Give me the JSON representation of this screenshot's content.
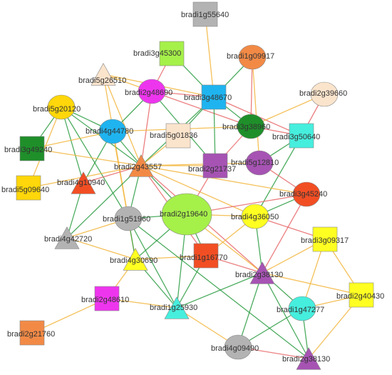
{
  "colors": {
    "green_edge": "#2e9e44",
    "orange_edge": "#f2b53c",
    "red_edge": "#e8696b"
  },
  "nodes": [
    {
      "id": "bradi1g55640",
      "label": "bradi1g55640",
      "shape": "square",
      "color": "#b3b3b3"
    },
    {
      "id": "bradi3g45300",
      "label": "bradi3g45300",
      "shape": "square",
      "color": "#a6f04a"
    },
    {
      "id": "bradi1g09917",
      "label": "bradi1g09917",
      "shape": "circle",
      "color": "#f28a46"
    },
    {
      "id": "bradi5g26510",
      "label": "bradi5g26510",
      "shape": "triangle",
      "color": "#fbe4cc"
    },
    {
      "id": "bradi2g48690",
      "label": "bradi2g48690",
      "shape": "circle",
      "color": "#ee35ee"
    },
    {
      "id": "bradi3g48670",
      "label": "bradi3g48670",
      "shape": "square",
      "color": "#1fb4f0"
    },
    {
      "id": "bradi2g39660",
      "label": "bradi2g39660",
      "shape": "circle",
      "color": "#fbe4cc"
    },
    {
      "id": "bradi5g20120",
      "label": "bradi5g20120",
      "shape": "circle",
      "color": "#ffd70a"
    },
    {
      "id": "bradi4g44780",
      "label": "bradi4g44780",
      "shape": "circle",
      "color": "#1fb4f0"
    },
    {
      "id": "bradi5g01836",
      "label": "bradi5g01836",
      "shape": "square",
      "color": "#fbe4cc"
    },
    {
      "id": "bradi3g38960",
      "label": "bradi3g38960",
      "shape": "circle",
      "color": "#1f8f2a"
    },
    {
      "id": "bradi3g50640",
      "label": "bradi3g50640",
      "shape": "square",
      "color": "#46eedd"
    },
    {
      "id": "bradi3g49240",
      "label": "bradi3g49240",
      "shape": "square",
      "color": "#1f8f2a"
    },
    {
      "id": "bradi2g43557",
      "label": "bradi2g43557",
      "shape": "triangle",
      "color": "#f28a46"
    },
    {
      "id": "bradi2g21737",
      "label": "bradi2g21737",
      "shape": "square",
      "color": "#a653b3"
    },
    {
      "id": "bradi5g12810",
      "label": "bradi5g12810",
      "shape": "circle",
      "color": "#a653b3"
    },
    {
      "id": "bradi4g10940",
      "label": "bradi4g10940",
      "shape": "triangle",
      "color": "#f24e24"
    },
    {
      "id": "bradi5g09640",
      "label": "bradi5g09640",
      "shape": "square",
      "color": "#ffd70a"
    },
    {
      "id": "bradi3g45240",
      "label": "bradi3g45240",
      "shape": "circle",
      "color": "#f24e24"
    },
    {
      "id": "bradi2g19640",
      "label": "bradi2g19640",
      "shape": "bigcircle",
      "color": "#a6f04a"
    },
    {
      "id": "bradi1g51960",
      "label": "bradi1g51960",
      "shape": "circle",
      "color": "#b3b3b3"
    },
    {
      "id": "bradi4g36050",
      "label": "bradi4g36050",
      "shape": "circle",
      "color": "#ffff22"
    },
    {
      "id": "bradi4g42720",
      "label": "bradi4g42720",
      "shape": "triangle",
      "color": "#b3b3b3"
    },
    {
      "id": "bradi3g09317",
      "label": "bradi3g09317",
      "shape": "square",
      "color": "#ffff22"
    },
    {
      "id": "bradi4g30690",
      "label": "bradi4g30690",
      "shape": "triangle",
      "color": "#ffff22"
    },
    {
      "id": "bradi1g16770",
      "label": "bradi1g16770",
      "shape": "square",
      "color": "#f24e24"
    },
    {
      "id": "bradi2g38130a",
      "label": "bradi2g38130",
      "shape": "triangle",
      "color": "#a653b3"
    },
    {
      "id": "bradi2g48610",
      "label": "bradi2g48610",
      "shape": "square",
      "color": "#ee35ee"
    },
    {
      "id": "bradi2g40430",
      "label": "bradi2g40430",
      "shape": "square",
      "color": "#ffff22"
    },
    {
      "id": "bradi1g47277",
      "label": "bradi1g47277",
      "shape": "circle",
      "color": "#46eedd"
    },
    {
      "id": "bradi1g25930",
      "label": "bradi1g25930",
      "shape": "triangle",
      "color": "#46eedd"
    },
    {
      "id": "bradi2g21760",
      "label": "bradi2g21760",
      "shape": "square",
      "color": "#f28a46"
    },
    {
      "id": "bradi4g09490",
      "label": "bradi4g09490",
      "shape": "circle",
      "color": "#b3b3b3"
    },
    {
      "id": "bradi2g38130b",
      "label": "bradi2g38130",
      "shape": "triangle",
      "color": "#a653b3"
    }
  ],
  "edges": [
    [
      "bradi1g55640",
      "bradi3g48670",
      "orange"
    ],
    [
      "bradi3g45300",
      "bradi2g48690",
      "red"
    ],
    [
      "bradi3g45300",
      "bradi3g48670",
      "green"
    ],
    [
      "bradi1g09917",
      "bradi3g48670",
      "green"
    ],
    [
      "bradi1g09917",
      "bradi3g38960",
      "red"
    ],
    [
      "bradi1g09917",
      "bradi5g12810",
      "orange"
    ],
    [
      "bradi5g26510",
      "bradi2g48690",
      "orange"
    ],
    [
      "bradi5g26510",
      "bradi3g48670",
      "orange"
    ],
    [
      "bradi5g26510",
      "bradi2g43557",
      "orange"
    ],
    [
      "bradi5g26510",
      "bradi1g51960",
      "orange"
    ],
    [
      "bradi2g48690",
      "bradi3g48670",
      "red"
    ],
    [
      "bradi2g48690",
      "bradi2g43557",
      "red"
    ],
    [
      "bradi2g48690",
      "bradi4g44780",
      "green"
    ],
    [
      "bradi2g48690",
      "bradi2g21737",
      "green"
    ],
    [
      "bradi2g48690",
      "bradi3g38960",
      "red"
    ],
    [
      "bradi3g48670",
      "bradi3g38960",
      "green"
    ],
    [
      "bradi3g48670",
      "bradi5g01836",
      "green"
    ],
    [
      "bradi3g48670",
      "bradi2g43557",
      "green"
    ],
    [
      "bradi3g48670",
      "bradi2g21737",
      "green"
    ],
    [
      "bradi3g48670",
      "bradi3g50640",
      "red"
    ],
    [
      "bradi2g39660",
      "bradi3g38960",
      "orange"
    ],
    [
      "bradi2g39660",
      "bradi3g50640",
      "red"
    ],
    [
      "bradi3g38960",
      "bradi3g50640",
      "red"
    ],
    [
      "bradi3g38960",
      "bradi2g21737",
      "red"
    ],
    [
      "bradi3g38960",
      "bradi4g44780",
      "orange"
    ],
    [
      "bradi3g50640",
      "bradi5g12810",
      "green"
    ],
    [
      "bradi3g50640",
      "bradi4g36050",
      "green"
    ],
    [
      "bradi5g20120",
      "bradi4g44780",
      "green"
    ],
    [
      "bradi5g20120",
      "bradi3g49240",
      "green"
    ],
    [
      "bradi5g20120",
      "bradi2g43557",
      "green"
    ],
    [
      "bradi5g20120",
      "bradi4g10940",
      "green"
    ],
    [
      "bradi5g20120",
      "bradi5g09640",
      "orange"
    ],
    [
      "bradi5g20120",
      "bradi1g51960",
      "green"
    ],
    [
      "bradi4g44780",
      "bradi2g43557",
      "green"
    ],
    [
      "bradi4g44780",
      "bradi4g10940",
      "green"
    ],
    [
      "bradi4g44780",
      "bradi3g49240",
      "orange"
    ],
    [
      "bradi4g44780",
      "bradi4g30690",
      "orange"
    ],
    [
      "bradi5g01836",
      "bradi2g43557",
      "orange"
    ],
    [
      "bradi3g49240",
      "bradi2g43557",
      "orange"
    ],
    [
      "bradi2g43557",
      "bradi2g21737",
      "orange"
    ],
    [
      "bradi2g43557",
      "bradi5g12810",
      "orange"
    ],
    [
      "bradi2g43557",
      "bradi3g45240",
      "orange"
    ],
    [
      "bradi2g43557",
      "bradi4g10940",
      "red"
    ],
    [
      "bradi2g43557",
      "bradi5g09640",
      "orange"
    ],
    [
      "bradi2g43557",
      "bradi4g42720",
      "green"
    ],
    [
      "bradi2g43557",
      "bradi1g51960",
      "green"
    ],
    [
      "bradi2g43557",
      "bradi2g19640",
      "green"
    ],
    [
      "bradi2g43557",
      "bradi1g16770",
      "red"
    ],
    [
      "bradi2g43557",
      "bradi4g36050",
      "orange"
    ],
    [
      "bradi2g43557",
      "bradi2g38130a",
      "red"
    ],
    [
      "bradi4g10940",
      "bradi4g42720",
      "green"
    ],
    [
      "bradi2g21737",
      "bradi2g19640",
      "red"
    ],
    [
      "bradi5g12810",
      "bradi3g45240",
      "red"
    ],
    [
      "bradi3g45240",
      "bradi2g19640",
      "red"
    ],
    [
      "bradi3g45240",
      "bradi4g36050",
      "green"
    ],
    [
      "bradi3g45240",
      "bradi2g38130a",
      "red"
    ],
    [
      "bradi2g19640",
      "bradi4g36050",
      "orange"
    ],
    [
      "bradi2g19640",
      "bradi1g51960",
      "green"
    ],
    [
      "bradi2g19640",
      "bradi4g30690",
      "green"
    ],
    [
      "bradi2g19640",
      "bradi1g16770",
      "green"
    ],
    [
      "bradi2g19640",
      "bradi2g38130a",
      "orange"
    ],
    [
      "bradi2g19640",
      "bradi1g25930",
      "green"
    ],
    [
      "bradi1g51960",
      "bradi4g30690",
      "green"
    ],
    [
      "bradi1g51960",
      "bradi1g25930",
      "green"
    ],
    [
      "bradi1g51960",
      "bradi4g42720",
      "orange"
    ],
    [
      "bradi4g36050",
      "bradi2g38130a",
      "green"
    ],
    [
      "bradi4g36050",
      "bradi1g16770",
      "orange"
    ],
    [
      "bradi3g09317",
      "bradi2g38130a",
      "orange"
    ],
    [
      "bradi3g09317",
      "bradi1g47277",
      "orange"
    ],
    [
      "bradi3g09317",
      "bradi2g40430",
      "orange"
    ],
    [
      "bradi3g09317",
      "bradi4g36050",
      "red"
    ],
    [
      "bradi4g30690",
      "bradi1g16770",
      "orange"
    ],
    [
      "bradi4g30690",
      "bradi1g25930",
      "green"
    ],
    [
      "bradi4g30690",
      "bradi2g48610",
      "orange"
    ],
    [
      "bradi1g16770",
      "bradi2g38130a",
      "red"
    ],
    [
      "bradi1g16770",
      "bradi1g25930",
      "green"
    ],
    [
      "bradi2g38130a",
      "bradi1g25930",
      "green"
    ],
    [
      "bradi2g38130a",
      "bradi2g40430",
      "orange"
    ],
    [
      "bradi2g38130a",
      "bradi1g47277",
      "green"
    ],
    [
      "bradi2g38130a",
      "bradi4g09490",
      "green"
    ],
    [
      "bradi2g38130a",
      "bradi2g38130b",
      "green"
    ],
    [
      "bradi1g47277",
      "bradi2g40430",
      "orange"
    ],
    [
      "bradi1g47277",
      "bradi2g38130b",
      "green"
    ],
    [
      "bradi1g47277",
      "bradi4g09490",
      "green"
    ],
    [
      "bradi2g40430",
      "bradi2g38130b",
      "orange"
    ],
    [
      "bradi1g25930",
      "bradi4g09490",
      "orange"
    ],
    [
      "bradi4g09490",
      "bradi2g38130b",
      "red"
    ],
    [
      "bradi2g48610",
      "bradi2g21760",
      "orange"
    ],
    [
      "bradi2g48610",
      "bradi1g25930",
      "orange"
    ],
    [
      "bradi1g51960",
      "bradi2g38130b",
      "green"
    ],
    [
      "bradi4g42720",
      "bradi4g30690",
      "orange"
    ]
  ]
}
